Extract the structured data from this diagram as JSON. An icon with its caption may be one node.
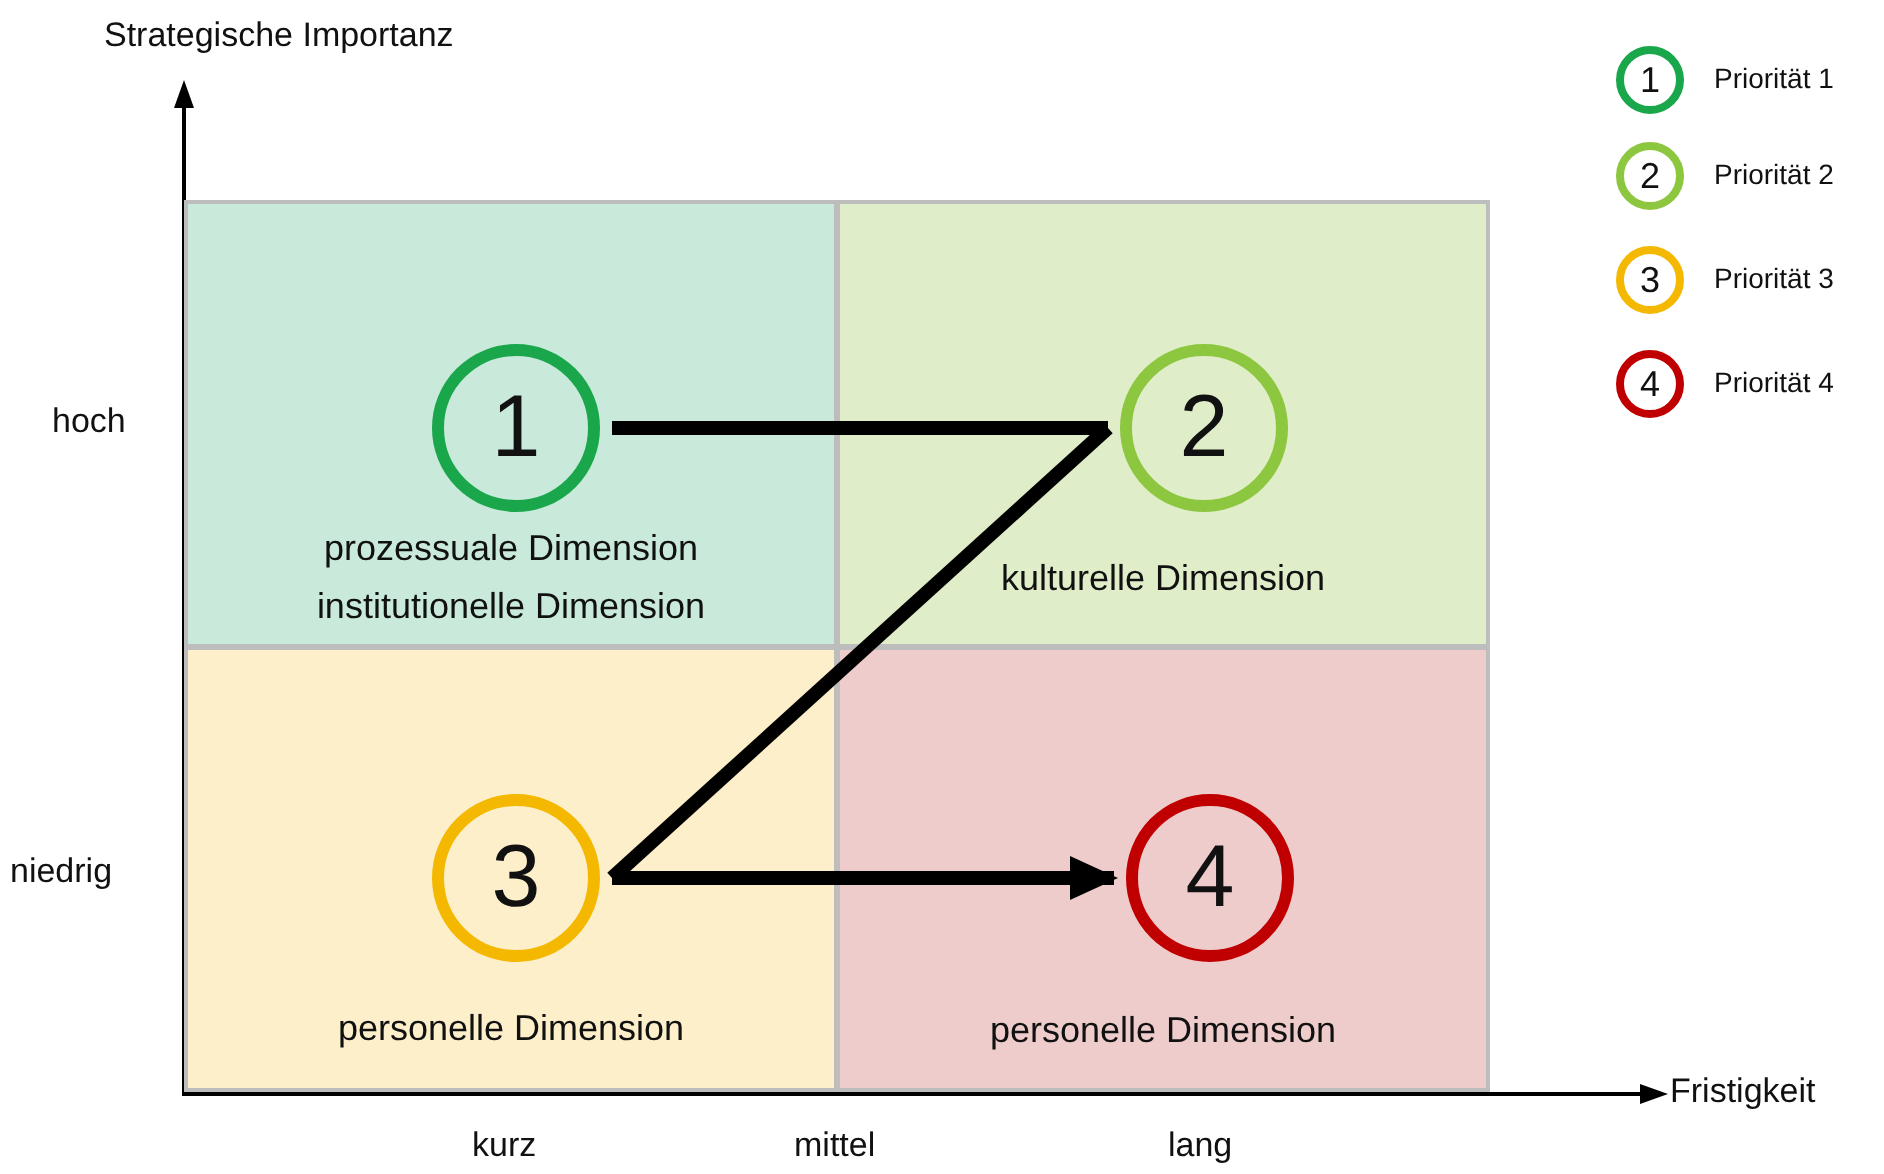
{
  "diagram": {
    "nodes": [
      {
        "text": [
          "prozessuale Dimension",
          "institutionelle Dimension"
        ]
      },
      {
        "text": [
          "1"
        ],
        "in": 0
      },
      {
        "text": [
          "kulturelle Dimension"
        ]
      },
      {
        "text": [
          "2"
        ],
        "in": 2
      },
      {
        "text": [
          "personelle Dimension"
        ]
      },
      {
        "text": [
          "3"
        ],
        "in": 4
      },
      {
        "text": [
          "personelle Dimension"
        ]
      },
      {
        "text": [
          "4"
        ],
        "in": 6
      }
    ],
    "edges": [
      {
        "from": 1,
        "to": 3,
        "arrow": "none"
      },
      {
        "from": 3,
        "to": 5,
        "arrow": "none"
      },
      {
        "from": 5,
        "to": 7,
        "arrow": "to"
      }
    ],
    "labels": [
      "Strategische Importanz",
      "hoch",
      "niedrig",
      "Fristigkeit",
      "kurz",
      "mittel",
      "lang",
      "1",
      "2",
      "3",
      "4"
    ],
    "legend": [
      {
        "text": "Priorität 1"
      },
      {
        "text": "Priorität 2"
      },
      {
        "text": "Priorität 3"
      },
      {
        "text": "Priorität 4"
      }
    ]
  }
}
